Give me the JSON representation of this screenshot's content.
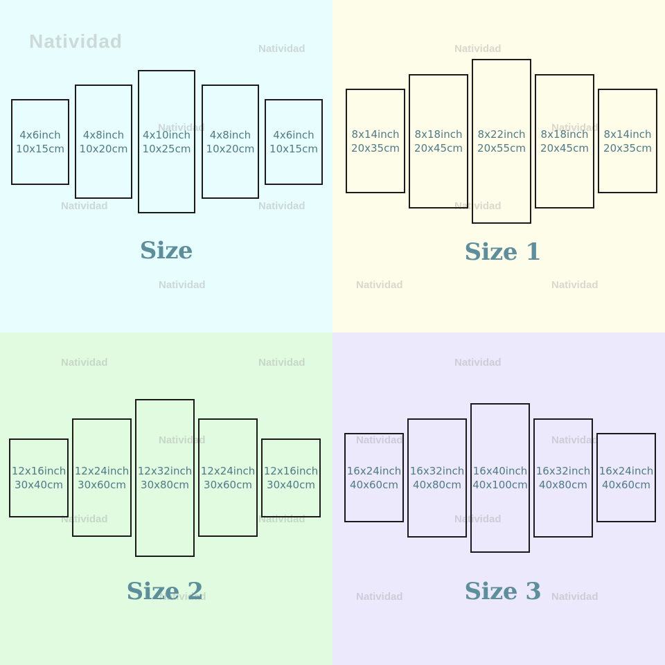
{
  "colors": {
    "panel_text": "#4f7a86",
    "label_text": "#5d8e9b",
    "panel_border": "#1a1a1a",
    "watermark": "#bdbdbd"
  },
  "watermark": "Natividad",
  "sections": [
    {
      "label": "Size",
      "background": "#e8fdfd",
      "panels": [
        {
          "inch": "4x6inch",
          "cm": "10x15cm"
        },
        {
          "inch": "4x8inch",
          "cm": "10x20cm"
        },
        {
          "inch": "4x10inch",
          "cm": "10x25cm"
        },
        {
          "inch": "4x8inch",
          "cm": "10x20cm"
        },
        {
          "inch": "4x6inch",
          "cm": "10x15cm"
        }
      ]
    },
    {
      "label": "Size 1",
      "background": "#fdfdea",
      "panels": [
        {
          "inch": "8x14inch",
          "cm": "20x35cm"
        },
        {
          "inch": "8x18inch",
          "cm": "20x45cm"
        },
        {
          "inch": "8x22inch",
          "cm": "20x55cm"
        },
        {
          "inch": "8x18inch",
          "cm": "20x45cm"
        },
        {
          "inch": "8x14inch",
          "cm": "20x35cm"
        }
      ]
    },
    {
      "label": "Size 2",
      "background": "#e1fbe1",
      "panels": [
        {
          "inch": "12x16inch",
          "cm": "30x40cm"
        },
        {
          "inch": "12x24inch",
          "cm": "30x60cm"
        },
        {
          "inch": "12x32inch",
          "cm": "30x80cm"
        },
        {
          "inch": "12x24inch",
          "cm": "30x60cm"
        },
        {
          "inch": "12x16inch",
          "cm": "30x40cm"
        }
      ]
    },
    {
      "label": "Size 3",
      "background": "#ebe9fb",
      "panels": [
        {
          "inch": "16x24inch",
          "cm": "40x60cm"
        },
        {
          "inch": "16x32inch",
          "cm": "40x80cm"
        },
        {
          "inch": "16x40inch",
          "cm": "40x100cm"
        },
        {
          "inch": "16x32inch",
          "cm": "40x80cm"
        },
        {
          "inch": "16x24inch",
          "cm": "40x60cm"
        }
      ]
    }
  ]
}
